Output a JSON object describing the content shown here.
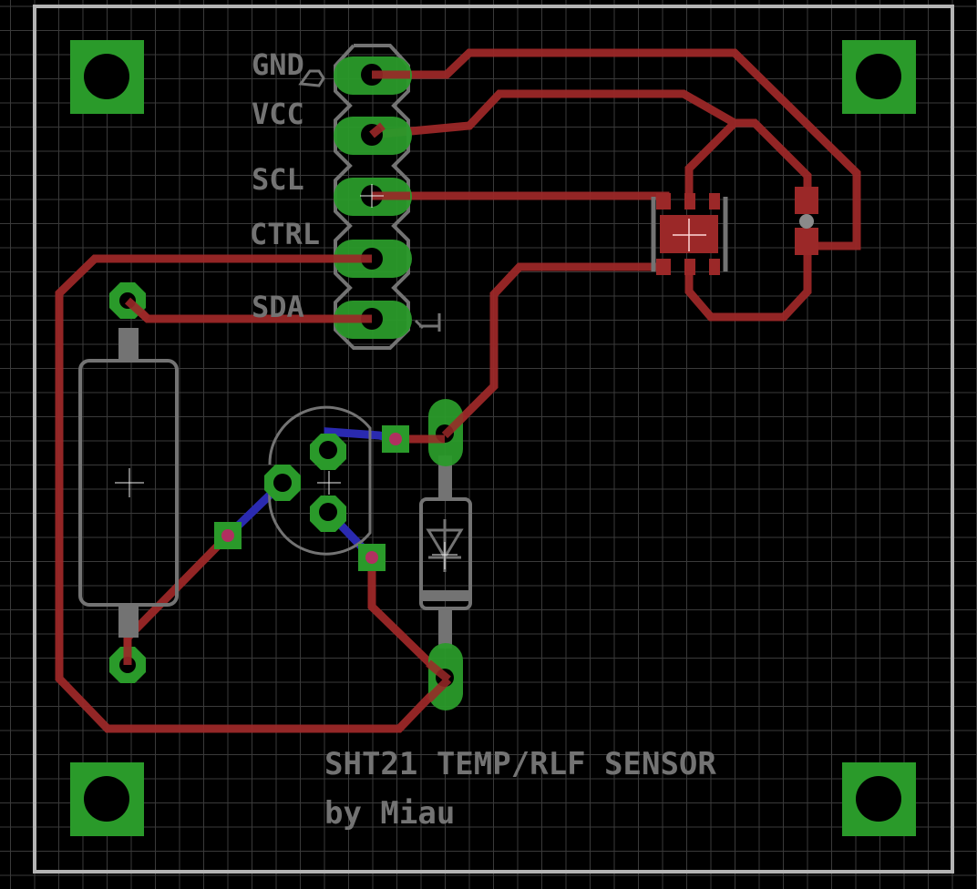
{
  "view": {
    "background_color": "#000000",
    "grid_color": "#3a3a3a",
    "outline_color": "#b4b4b4",
    "copper_top_color": "#9b2828",
    "copper_bottom_color": "#2a2ab0",
    "pad_color": "#2a9a2a",
    "silkscreen_color": "#737373",
    "origin_marker_color": "#e6e6e6"
  },
  "header_labels": {
    "pin1": "GND",
    "pin2": "VCC",
    "pin3": "SCL",
    "pin4": "CTRL",
    "pin5": "SDA"
  },
  "board_text": {
    "title": "SHT21 TEMP/RLF SENSOR",
    "author": "by Miau"
  },
  "components": [
    {
      "name": "mounting-hole",
      "count": 4
    },
    {
      "name": "pin-header",
      "pins": 5
    },
    {
      "name": "sht21-sensor",
      "package": "smd"
    },
    {
      "name": "smd-capacitor"
    },
    {
      "name": "axial-resistor"
    },
    {
      "name": "to92-transistor"
    },
    {
      "name": "diode"
    },
    {
      "name": "via",
      "count": 3
    }
  ]
}
